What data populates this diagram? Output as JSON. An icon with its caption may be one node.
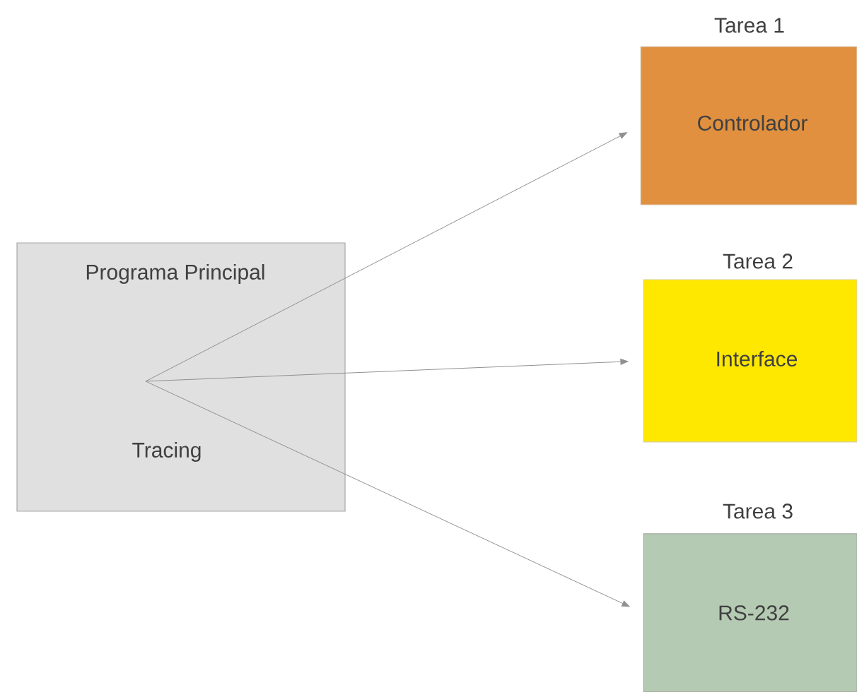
{
  "diagram": {
    "nodes": [
      {
        "text": [
          "Programa Principal",
          "Tracing"
        ]
      },
      {
        "text": [
          "Tarea 1",
          "Controlador"
        ]
      },
      {
        "text": [
          "Tarea 2",
          "Interface"
        ]
      },
      {
        "text": [
          "Tarea 3",
          "RS-232"
        ]
      }
    ],
    "edges": [
      {
        "from": 0,
        "to": 1,
        "arrow": "to"
      },
      {
        "from": 0,
        "to": 2,
        "arrow": "to"
      },
      {
        "from": 0,
        "to": 3,
        "arrow": "to"
      }
    ]
  }
}
